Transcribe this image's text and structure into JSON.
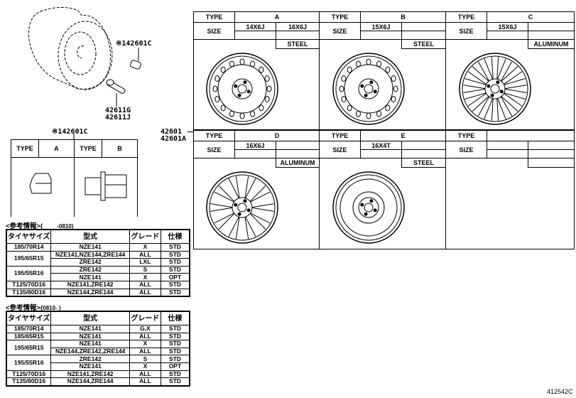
{
  "callouts": {
    "nut_part": "※142601C",
    "valve_parts": [
      "42611G",
      "42611J"
    ],
    "wheel_parts": [
      "42601",
      "42601A"
    ],
    "nut_table_title": "※142601C",
    "figure_id": "412542C"
  },
  "nut_table": {
    "type_label": "TYPE",
    "types": [
      "A",
      "B"
    ]
  },
  "wheel_grid": {
    "type_label": "TYPE",
    "size_label": "SIZE",
    "cells": [
      {
        "type": "A",
        "sizes": [
          "14X6J",
          "16X6J"
        ],
        "material": "STEEL"
      },
      {
        "type": "B",
        "sizes": [
          "15X6J",
          ""
        ],
        "material": "STEEL"
      },
      {
        "type": "C",
        "sizes": [
          "15X6J",
          ""
        ],
        "material": "ALUMINUM"
      },
      {
        "type": "D",
        "sizes": [
          "16X6J",
          ""
        ],
        "material": "ALUMINUM"
      },
      {
        "type": "E",
        "sizes": [
          "16X4T",
          ""
        ],
        "material": "STEEL"
      },
      {
        "type": "",
        "sizes": [
          "",
          ""
        ],
        "material": ""
      }
    ]
  },
  "ref_tables": [
    {
      "title": "<参考情報>(",
      "period": "-0810)",
      "headers": [
        "タイヤサイズ",
        "型式",
        "グレード",
        "仕様"
      ],
      "rows": [
        {
          "size": "185/70R14",
          "span": 1,
          "model": "NZE141",
          "grade": "X",
          "spec": "STD"
        },
        {
          "size": "195/65R15",
          "span": 2,
          "model": "NZE141,NZE144,ZRE144",
          "grade": "ALL",
          "spec": "STD"
        },
        {
          "size": null,
          "model": "ZRE142",
          "grade": "LXL",
          "spec": "STD"
        },
        {
          "size": "195/55R16",
          "span": 2,
          "model": "ZRE142",
          "grade": "S",
          "spec": "STD"
        },
        {
          "size": null,
          "model": "NZE141",
          "grade": "X",
          "spec": "OPT"
        },
        {
          "size": "T125/70D16",
          "span": 1,
          "model": "NZE141,ZRE142",
          "grade": "ALL",
          "spec": "STD"
        },
        {
          "size": "T135/80D16",
          "span": 1,
          "model": "NZE144,ZRE144",
          "grade": "ALL",
          "spec": "STD"
        }
      ]
    },
    {
      "title": "<参考情報>(",
      "period": "0810-    )",
      "headers": [
        "タイヤサイズ",
        "型式",
        "グレード",
        "仕様"
      ],
      "rows": [
        {
          "size": "185/70R14",
          "span": 1,
          "model": "NZE141",
          "grade": "G,X",
          "spec": "STD"
        },
        {
          "size": "185/65R15",
          "span": 1,
          "model": "NZE141",
          "grade": "ALL",
          "spec": "STD"
        },
        {
          "size": "195/65R15",
          "span": 2,
          "model": "NZE141",
          "grade": "X",
          "spec": "STD"
        },
        {
          "size": null,
          "model": "NZE144,ZRE142,ZRE144",
          "grade": "ALL",
          "spec": "STD"
        },
        {
          "size": "195/55R16",
          "span": 2,
          "model": "ZRE142",
          "grade": "S",
          "spec": "STD"
        },
        {
          "size": null,
          "model": "NZE141",
          "grade": "X",
          "spec": "OPT"
        },
        {
          "size": "T125/70D16",
          "span": 1,
          "model": "NZE141,ZRE142",
          "grade": "ALL",
          "spec": "STD"
        },
        {
          "size": "T135/80D16",
          "span": 1,
          "model": "NZE144,ZRE144",
          "grade": "ALL",
          "spec": "STD"
        }
      ]
    }
  ]
}
